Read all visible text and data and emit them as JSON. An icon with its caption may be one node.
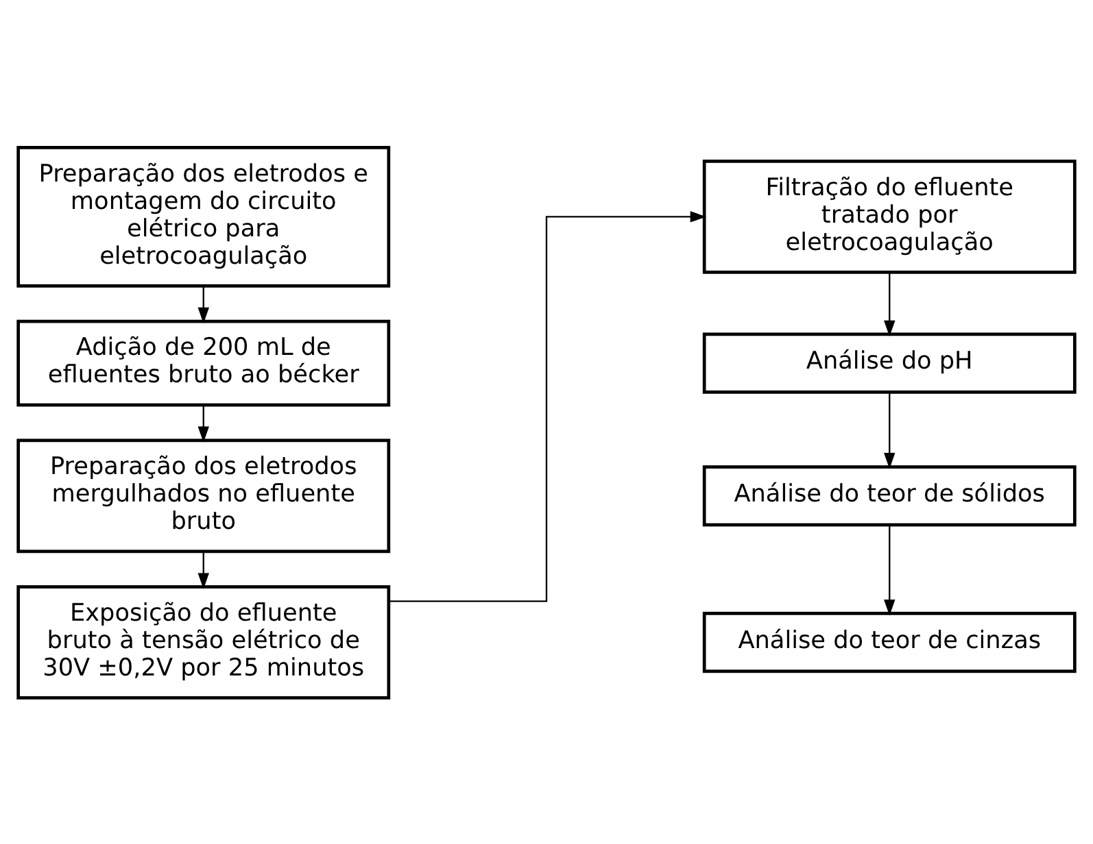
{
  "diagram": {
    "nodes": [
      {
        "text": [
          "Preparação dos eletrodos e montagem do circuito elétrico para eletrocoagulação"
        ]
      },
      {
        "text": [
          "Adição de 200 mL de efluentes bruto ao bécker"
        ]
      },
      {
        "text": [
          "Preparação dos eletrodos mergulhados no efluente bruto"
        ]
      },
      {
        "text": [
          "Exposição do efluente bruto à tensão elétrico de 30V ±0,2V por 25 minutos"
        ]
      },
      {
        "text": [
          "Filtração do efluente tratado por eletrocoagulação"
        ]
      },
      {
        "text": [
          "Análise do pH"
        ]
      },
      {
        "text": [
          "Análise do teor de sólidos"
        ]
      },
      {
        "text": [
          "Análise do teor de cinzas"
        ]
      }
    ],
    "edges": [
      {
        "from": 0,
        "to": 1,
        "arrow": "to"
      },
      {
        "from": 1,
        "to": 2,
        "arrow": "to"
      },
      {
        "from": 2,
        "to": 3,
        "arrow": "to"
      },
      {
        "from": 3,
        "to": 4,
        "arrow": "to"
      },
      {
        "from": 4,
        "to": 5,
        "arrow": "to"
      },
      {
        "from": 5,
        "to": 6,
        "arrow": "to"
      },
      {
        "from": 6,
        "to": 7,
        "arrow": "to"
      }
    ]
  }
}
